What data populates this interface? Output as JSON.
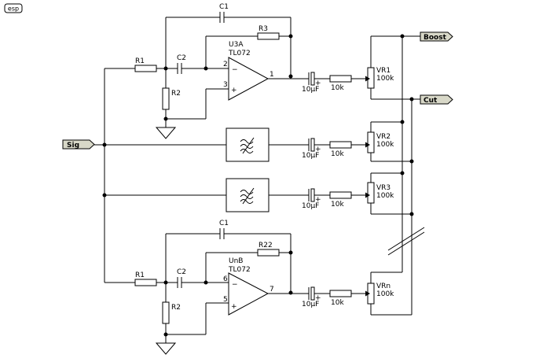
{
  "logo": "esp",
  "ports": {
    "input": "Sig",
    "boost": "Boost",
    "cut": "Cut"
  },
  "top_stage": {
    "opamp_ref": "U3A",
    "opamp_type": "TL072",
    "c1": "C1",
    "c2": "C2",
    "r1": "R1",
    "r2": "R2",
    "r3": "R3",
    "pin_inv": "2",
    "pin_noninv": "3",
    "pin_out": "1",
    "minus": "−",
    "plus": "+"
  },
  "bottom_stage": {
    "opamp_ref": "UnB",
    "opamp_type": "TL072",
    "c1": "C1",
    "c2": "C2",
    "r1": "R1",
    "r2": "R2",
    "r3": "R22",
    "pin_inv": "6",
    "pin_noninv": "5",
    "pin_out": "7",
    "minus": "−",
    "plus": "+"
  },
  "channels": [
    {
      "cap": "10µF",
      "cap_plus": "+",
      "res": "10k",
      "pot": "VR1",
      "pot_value": "100k"
    },
    {
      "cap": "10µF",
      "cap_plus": "+",
      "res": "10k",
      "pot": "VR2",
      "pot_value": "100k"
    },
    {
      "cap": "10µF",
      "cap_plus": "+",
      "res": "10k",
      "pot": "VR3",
      "pot_value": "100k"
    },
    {
      "cap": "10µF",
      "cap_plus": "+",
      "res": "10k",
      "pot": "VRn",
      "pot_value": "100k"
    }
  ]
}
